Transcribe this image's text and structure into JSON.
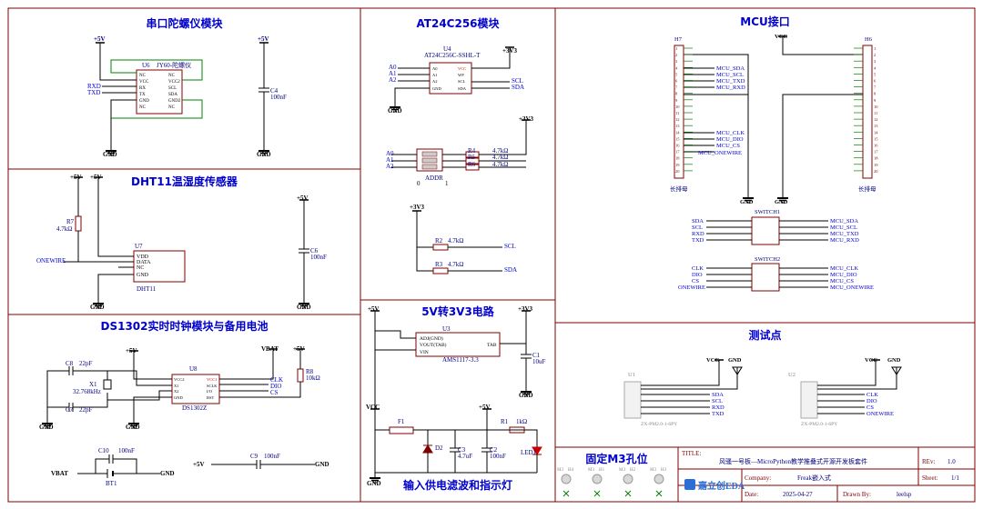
{
  "sections": {
    "gyro": "串口陀螺仪模块",
    "eeprom": "AT24C256模块",
    "mcu": "MCU接口",
    "dht": "DHT11温湿度传感器",
    "rtc": "DS1302实时时钟模块与备用电池",
    "ldo": "5V转3V3电路",
    "test": "测试点",
    "holes": "固定M3孔位",
    "power_in": "输入供电滤波和指示灯"
  },
  "nets": {
    "p5v": "+5V",
    "p3v3": "+3V3",
    "gnd": "GND",
    "vcc": "VCC",
    "vbat": "VBAT",
    "sda": "SDA",
    "scl": "SCL",
    "rxd": "RXD",
    "txd": "TXD",
    "clk": "CLK",
    "dio": "DIO",
    "cs": "CS",
    "onewire": "ONEWIRE",
    "a0": "A0",
    "a1": "A1",
    "a2": "A2",
    "mcu_sda": "MCU_SDA",
    "mcu_scl": "MCU_SCL",
    "mcu_txd": "MCU_TXD",
    "mcu_rxd": "MCU_RXD",
    "mcu_clk": "MCU_CLK",
    "mcu_dio": "MCU_DIO",
    "mcu_cs": "MCU_CS",
    "mcu_onewire": "MCU_ONEWIRE"
  },
  "parts": {
    "u6": "U6",
    "u6_name": "JY60-陀螺仪",
    "u6_pins_l": [
      "NC",
      "VCC",
      "RX",
      "TX",
      "GND",
      "NC"
    ],
    "u6_pins_r": [
      "NC",
      "VCC2",
      "SCL",
      "SDA",
      "GND2",
      "NC"
    ],
    "c4": "C4",
    "c4_val": "100nF",
    "u4": "U4",
    "u4_name": "AT24C256C-SSHL-T",
    "u4_pins_l": [
      "A0",
      "A1",
      "A2",
      "GND"
    ],
    "u4_pins_r": [
      "VCC",
      "WP",
      "SCL",
      "SDA"
    ],
    "r4": "R4",
    "r5": "R5",
    "r6": "R6",
    "r_4k7": "4.7kΩ",
    "addr": "ADDR",
    "addr_0": "0",
    "addr_1": "1",
    "r2": "R2",
    "r3": "R3",
    "r7": "R7",
    "u7": "U7",
    "u7_name": "DHT11",
    "u7_pins": [
      "VDD",
      "DATA",
      "NC",
      "GND"
    ],
    "c6": "C6",
    "c6_val": "100nF",
    "c8": "C8",
    "c8_val": "22pF",
    "c7": "C7",
    "c7_val": "22pF",
    "x1": "X1",
    "x1_val": "32.768kHz",
    "u8": "U8",
    "u8_name": "DS1302Z",
    "u8_pins_l": [
      "VCC2",
      "X1",
      "X2",
      "GND"
    ],
    "u8_pins_r": [
      "VCC1",
      "SCLK",
      "I/O",
      "RST"
    ],
    "r8": "R8",
    "r8_val": "10kΩ",
    "c10": "C10",
    "c10_val": "100nF",
    "bt1": "BT1",
    "c9": "C9",
    "c9_val": "100nF",
    "u3": "U3",
    "u3_name": "AMS1117-3.3",
    "u3_pins": [
      "ADJ(GND)",
      "VOUT(TAB)",
      "VIN"
    ],
    "u3_tab": "TAB",
    "c1": "C1",
    "c1_val": "10uF",
    "f1": "F1",
    "d2": "D2",
    "c3": "C3",
    "c3_val": "4.7uF",
    "c2": "C2",
    "c2_val": "100nF",
    "r1": "R1",
    "r1_val": "1kΩ",
    "led1": "LED1",
    "h7": "H7",
    "h6": "H6",
    "header_name": "长排母",
    "switch1": "SWITCH1",
    "switch2": "SWITCH2",
    "u1": "U1",
    "u2": "U2",
    "pm_name": "ZX-PM2.0-1-6PY",
    "holes": [
      "M3",
      "H4",
      "M3",
      "H1",
      "M3",
      "H2",
      "M3",
      "H3"
    ]
  },
  "titleblock": {
    "title_label": "TITLE:",
    "title": "风骚一号板—MicroPython教学推叠式开源开发板套件",
    "rev_label": "REv:",
    "rev": "1.0",
    "company_label": "Company:",
    "company": "Freak嵌入式",
    "sheet_label": "Sheet:",
    "sheet": "1/1",
    "date_label": "Date:",
    "date": "2025-04-27",
    "drawn_label": "Drawn By:",
    "drawn": "leelsp",
    "logo": "嘉立创EDA"
  }
}
